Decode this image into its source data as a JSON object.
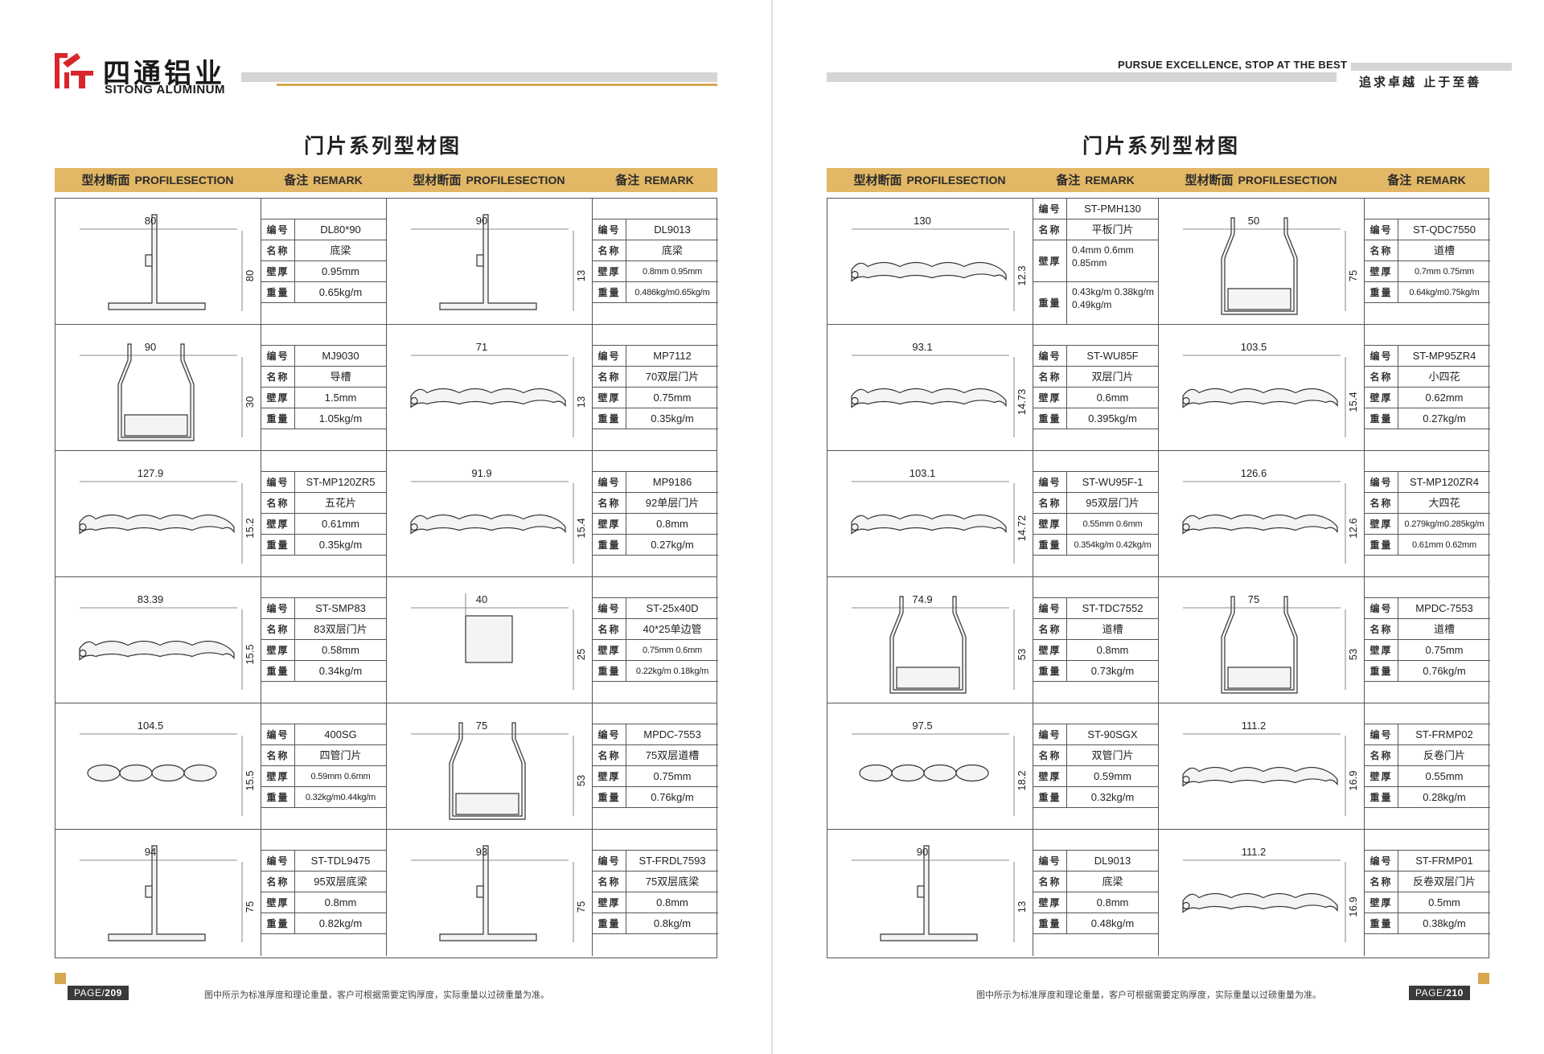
{
  "brand": {
    "name_cn": "四通铝业",
    "name_en": "SITONG ALUMINUM",
    "slogan_en": "PURSUE EXCELLENCE, STOP AT THE BEST",
    "slogan_cn": "追求卓越  止于至善",
    "colors": {
      "gold": "#e2b765",
      "logo_red": "#d8262c",
      "grey_bar": "#d5d5d5"
    }
  },
  "table_header": {
    "section_cn": "型材断面",
    "section_en": "PROFILESECTION",
    "remark_cn": "备注",
    "remark_en": "REMARK"
  },
  "spec_labels": {
    "code": "编号",
    "name": "名称",
    "thickness": "壁厚",
    "weight": "重量"
  },
  "footnote": "图中所示为标准厚度和理论重量，客户可根据需要定购厚度，实际重量以过磅重量为准。",
  "pages": [
    {
      "title": "门片系列型材图",
      "page_label": "PAGE/",
      "page_number": "209",
      "rows": [
        [
          {
            "code": "DL80*90",
            "name": "底梁",
            "thickness": "0.95mm",
            "weight": "0.65kg/m",
            "dims": [
              "80",
              "80"
            ],
            "icon": "bottom-beam-profile"
          },
          {
            "code": "DL9013",
            "name": "底梁",
            "thickness": "0.8mm  0.95mm",
            "weight": "0.486kg/m0.65kg/m",
            "dims": [
              "90",
              "13"
            ],
            "icon": "bottom-beam-profile"
          }
        ],
        [
          {
            "code": "MJ9030",
            "name": "导槽",
            "thickness": "1.5mm",
            "weight": "1.05kg/m",
            "dims": [
              "90",
              "30"
            ],
            "icon": "guide-rail-profile"
          },
          {
            "code": "MP7112",
            "name": "70双层门片",
            "thickness": "0.75mm",
            "weight": "0.35kg/m",
            "dims": [
              "71",
              "13"
            ],
            "icon": "door-slat-profile"
          }
        ],
        [
          {
            "code": "ST-MP120ZR5",
            "name": "五花片",
            "thickness": "0.61mm",
            "weight": "0.35kg/m",
            "dims": [
              "127.9",
              "15.2"
            ],
            "icon": "door-slat-profile"
          },
          {
            "code": "MP9186",
            "name": "92单层门片",
            "thickness": "0.8mm",
            "weight": "0.27kg/m",
            "dims": [
              "91.9",
              "15.4"
            ],
            "icon": "door-slat-profile"
          }
        ],
        [
          {
            "code": "ST-SMP83",
            "name": "83双层门片",
            "thickness": "0.58mm",
            "weight": "0.34kg/m",
            "dims": [
              "83.39",
              "15.5"
            ],
            "icon": "door-slat-profile"
          },
          {
            "code": "ST-25x40D",
            "name": "40*25单边管",
            "thickness": "0.75mm  0.6mm",
            "weight": "0.22kg/m  0.18kg/m",
            "dims": [
              "40",
              "25"
            ],
            "icon": "tube-profile"
          }
        ],
        [
          {
            "code": "400SG",
            "name": "四管门片",
            "thickness": "0.59mm  0.6mm",
            "weight": "0.32kg/m0.44kg/m",
            "dims": [
              "104.5",
              "15.5"
            ],
            "icon": "tube-slat-profile"
          },
          {
            "code": "MPDC-7553",
            "name": "75双层道槽",
            "thickness": "0.75mm",
            "weight": "0.76kg/m",
            "dims": [
              "75",
              "53"
            ],
            "icon": "guide-rail-profile"
          }
        ],
        [
          {
            "code": "ST-TDL9475",
            "name": "95双层底梁",
            "thickness": "0.8mm",
            "weight": "0.82kg/m",
            "dims": [
              "94",
              "75"
            ],
            "icon": "bottom-beam-profile"
          },
          {
            "code": "ST-FRDL7593",
            "name": "75双层底梁",
            "thickness": "0.8mm",
            "weight": "0.8kg/m",
            "dims": [
              "93",
              "75"
            ],
            "icon": "bottom-beam-profile"
          }
        ]
      ]
    },
    {
      "title": "门片系列型材图",
      "page_label": "PAGE/",
      "page_number": "210",
      "rows": [
        [
          {
            "code": "ST-PMH130",
            "name": "平板门片",
            "thickness": "0.4mm     0.6mm 0.85mm",
            "weight": "0.43kg/m 0.38kg/m 0.49kg/m",
            "dims": [
              "130",
              "12.3"
            ],
            "icon": "door-slat-profile",
            "tall": true
          },
          {
            "code": "ST-QDC7550",
            "name": "道槽",
            "thickness": "0.7mm  0.75mm",
            "weight": "0.64kg/m0.75kg/m",
            "dims": [
              "50",
              "75"
            ],
            "icon": "guide-rail-profile"
          }
        ],
        [
          {
            "code": "ST-WU85F",
            "name": "双层门片",
            "thickness": "0.6mm",
            "weight": "0.395kg/m",
            "dims": [
              "93.1",
              "14.73"
            ],
            "icon": "door-slat-profile"
          },
          {
            "code": "ST-MP95ZR4",
            "name": "小四花",
            "thickness": "0.62mm",
            "weight": "0.27kg/m",
            "dims": [
              "103.5",
              "15.4"
            ],
            "icon": "door-slat-profile"
          }
        ],
        [
          {
            "code": "ST-WU95F-1",
            "name": "95双层门片",
            "thickness": "0.55mm  0.6mm",
            "weight": "0.354kg/m 0.42kg/m",
            "dims": [
              "103.1",
              "14.72"
            ],
            "icon": "door-slat-profile"
          },
          {
            "code": "ST-MP120ZR4",
            "name": "大四花",
            "thickness": "0.279kg/m0.285kg/m",
            "weight": "0.61mm  0.62mm",
            "dims": [
              "126.6",
              "12.6"
            ],
            "icon": "door-slat-profile"
          }
        ],
        [
          {
            "code": "ST-TDC7552",
            "name": "道槽",
            "thickness": "0.8mm",
            "weight": "0.73kg/m",
            "dims": [
              "74.9",
              "53"
            ],
            "icon": "guide-rail-profile"
          },
          {
            "code": "MPDC-7553",
            "name": "道槽",
            "thickness": "0.75mm",
            "weight": "0.76kg/m",
            "dims": [
              "75",
              "53"
            ],
            "icon": "guide-rail-profile"
          }
        ],
        [
          {
            "code": "ST-90SGX",
            "name": "双管门片",
            "thickness": "0.59mm",
            "weight": "0.32kg/m",
            "dims": [
              "97.5",
              "18.2"
            ],
            "icon": "tube-slat-profile"
          },
          {
            "code": "ST-FRMP02",
            "name": "反卷门片",
            "thickness": "0.55mm",
            "weight": "0.28kg/m",
            "dims": [
              "111.2",
              "16.9"
            ],
            "icon": "door-slat-profile"
          }
        ],
        [
          {
            "code": "DL9013",
            "name": "底梁",
            "thickness": "0.8mm",
            "weight": "0.48kg/m",
            "dims": [
              "90",
              "13"
            ],
            "icon": "bottom-beam-profile"
          },
          {
            "code": "ST-FRMP01",
            "name": "反卷双层门片",
            "thickness": "0.5mm",
            "weight": "0.38kg/m",
            "dims": [
              "111.2",
              "16.9"
            ],
            "icon": "door-slat-profile"
          }
        ]
      ]
    }
  ]
}
